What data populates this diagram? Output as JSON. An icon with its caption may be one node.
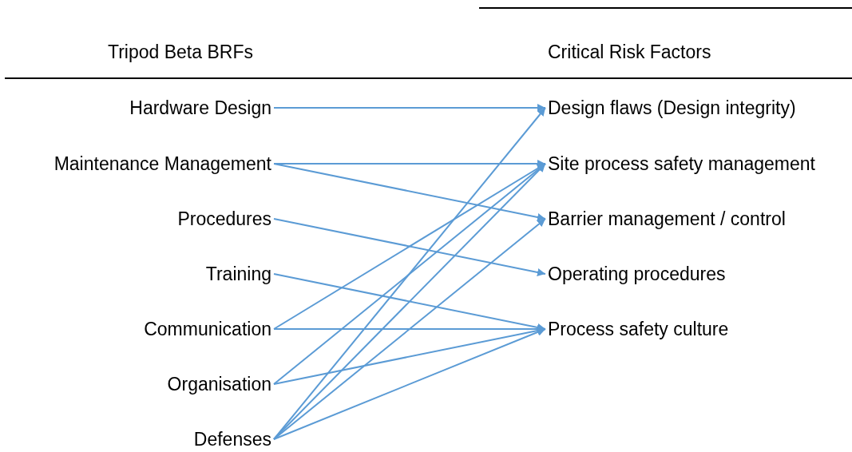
{
  "diagram": {
    "nodes": [
      {
        "text": [
          "Hardware Design"
        ]
      },
      {
        "text": [
          "Maintenance Management"
        ]
      },
      {
        "text": [
          "Procedures"
        ]
      },
      {
        "text": [
          "Training"
        ]
      },
      {
        "text": [
          "Communication"
        ]
      },
      {
        "text": [
          "Organisation"
        ]
      },
      {
        "text": [
          "Defenses"
        ]
      },
      {
        "text": [
          "Design flaws (Design integrity)"
        ]
      },
      {
        "text": [
          "Site process safety management"
        ]
      },
      {
        "text": [
          "Barrier management / control"
        ]
      },
      {
        "text": [
          "Operating procedures"
        ]
      },
      {
        "text": [
          "Process safety culture"
        ]
      }
    ],
    "edges": [
      {
        "from": 0,
        "to": 7,
        "arrow": "to"
      },
      {
        "from": 1,
        "to": 8,
        "arrow": "to"
      },
      {
        "from": 1,
        "to": 9,
        "arrow": "to"
      },
      {
        "from": 2,
        "to": 10,
        "arrow": "to"
      },
      {
        "from": 3,
        "to": 11,
        "arrow": "to"
      },
      {
        "from": 4,
        "to": 8,
        "arrow": "to"
      },
      {
        "from": 4,
        "to": 11,
        "arrow": "to"
      },
      {
        "from": 5,
        "to": 8,
        "arrow": "to"
      },
      {
        "from": 5,
        "to": 11,
        "arrow": "to"
      },
      {
        "from": 6,
        "to": 7,
        "arrow": "to"
      },
      {
        "from": 6,
        "to": 8,
        "arrow": "to"
      },
      {
        "from": 6,
        "to": 9,
        "arrow": "to"
      },
      {
        "from": 6,
        "to": 11,
        "arrow": "to"
      }
    ],
    "labels": [
      "Tripod Beta BRFs",
      "Critical Risk Factors"
    ]
  }
}
